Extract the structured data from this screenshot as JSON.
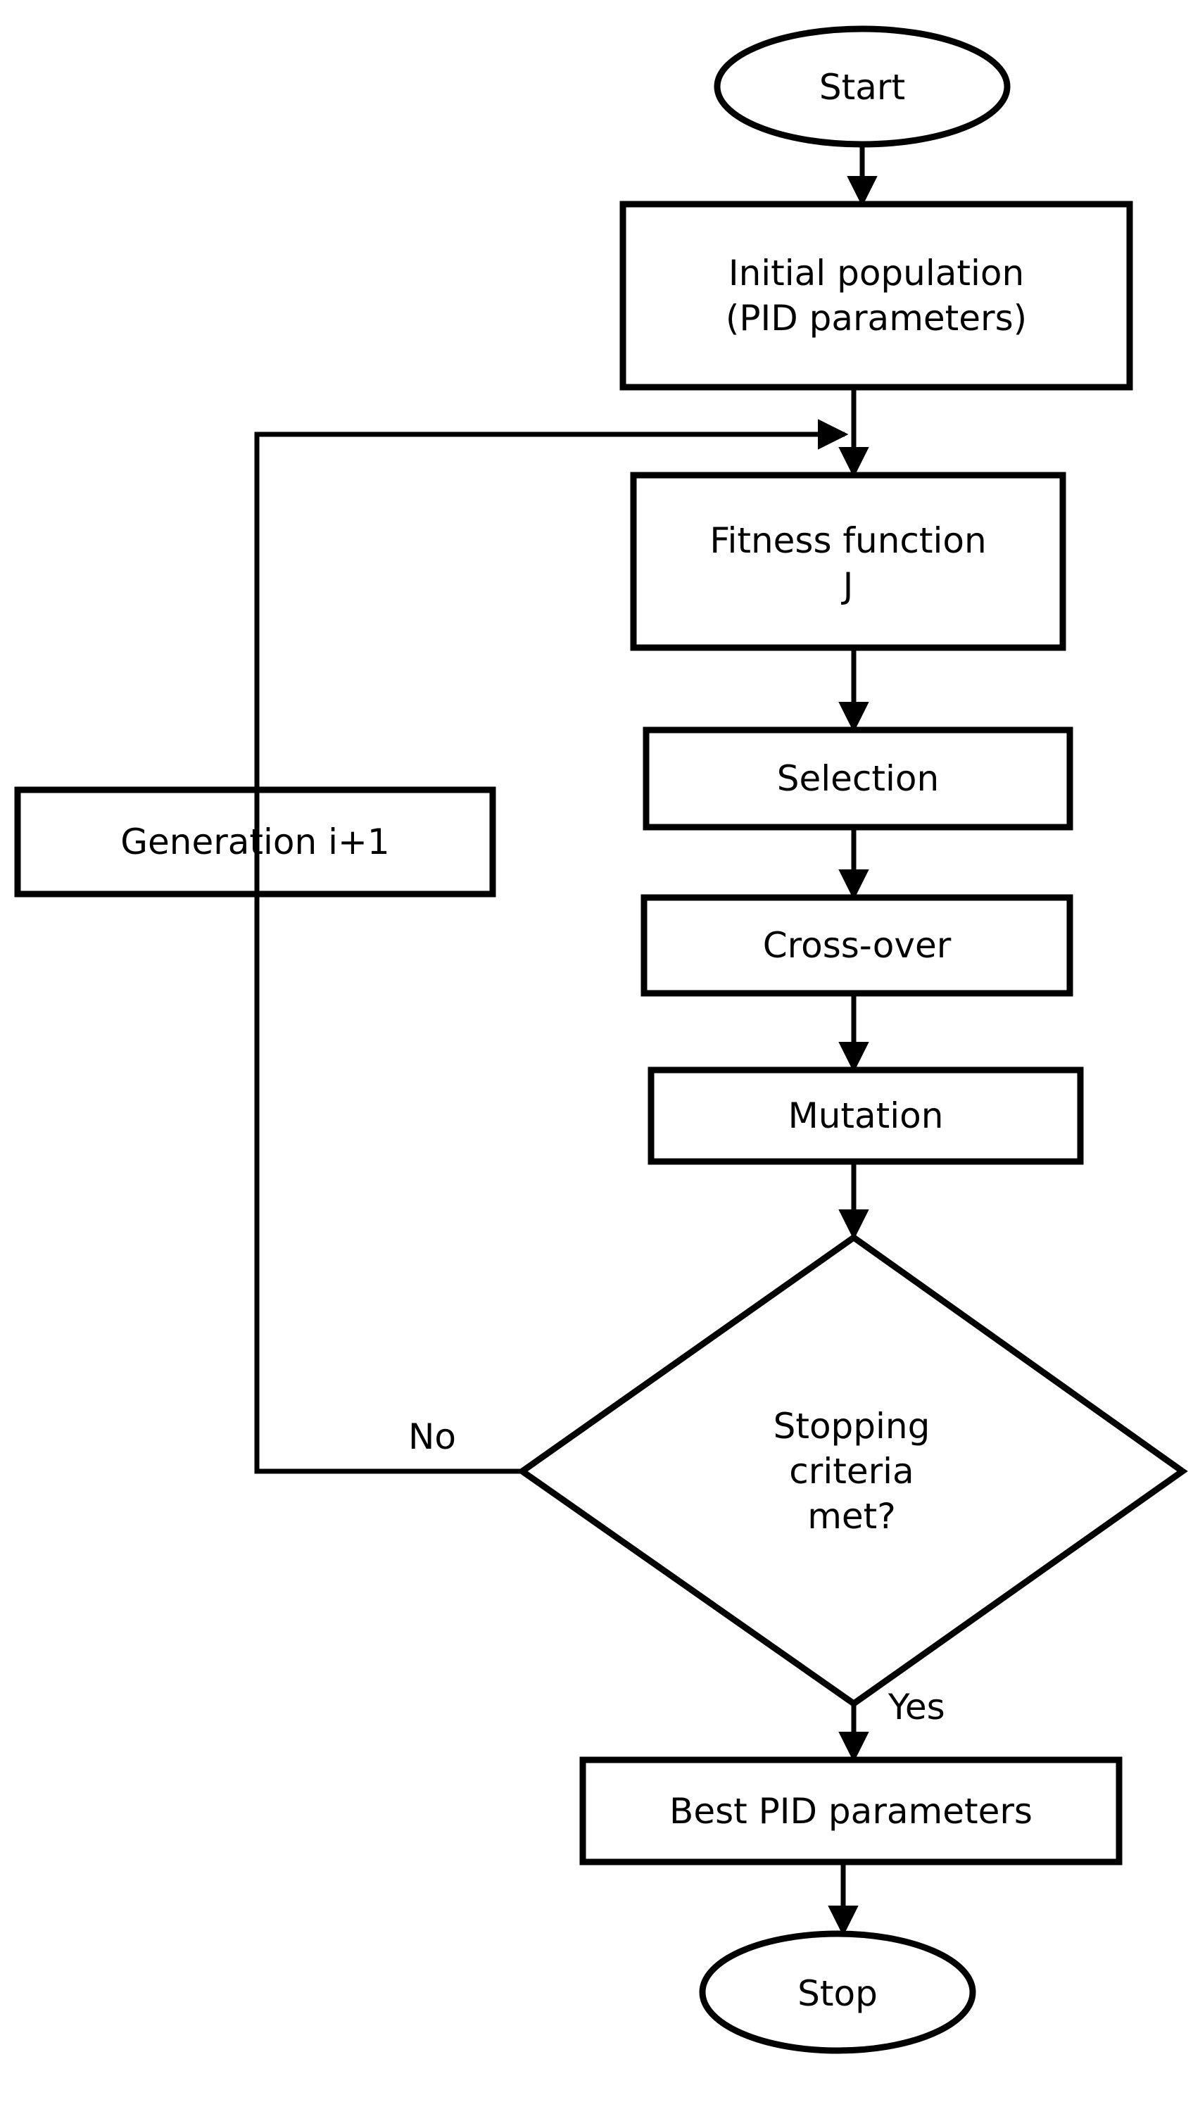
{
  "diagram": {
    "type": "flowchart",
    "title": "Genetic algorithm PID tuning flowchart",
    "orientation": "top-to-bottom",
    "colors": {
      "background": "#ffffff",
      "stroke": "#000000",
      "fill": "#ffffff",
      "text": "#000000"
    },
    "nodes": {
      "start": {
        "shape": "ellipse",
        "label": "Start"
      },
      "initial_population": {
        "shape": "rectangle",
        "line1": "Initial population",
        "line2": "(PID parameters)"
      },
      "fitness_function": {
        "shape": "rectangle",
        "line1": "Fitness function",
        "line2": "J"
      },
      "selection": {
        "shape": "rectangle",
        "label": "Selection"
      },
      "crossover": {
        "shape": "rectangle",
        "label": "Cross-over"
      },
      "mutation": {
        "shape": "rectangle",
        "label": "Mutation"
      },
      "generation": {
        "shape": "rectangle",
        "label": "Generation i+1"
      },
      "decision": {
        "shape": "diamond",
        "line1": "Stopping",
        "line2": "criteria",
        "line3": "met?"
      },
      "best_pid": {
        "shape": "rectangle",
        "label": "Best PID parameters"
      },
      "stop": {
        "shape": "ellipse",
        "label": "Stop"
      }
    },
    "edge_labels": {
      "no": "No",
      "yes": "Yes"
    },
    "edges": [
      {
        "from": "start",
        "to": "initial_population",
        "label": ""
      },
      {
        "from": "initial_population",
        "to": "fitness_function",
        "label": ""
      },
      {
        "from": "fitness_function",
        "to": "selection",
        "label": ""
      },
      {
        "from": "selection",
        "to": "crossover",
        "label": ""
      },
      {
        "from": "crossover",
        "to": "mutation",
        "label": ""
      },
      {
        "from": "mutation",
        "to": "decision",
        "label": ""
      },
      {
        "from": "decision",
        "to": "fitness_function",
        "label": "No",
        "via": "generation"
      },
      {
        "from": "decision",
        "to": "best_pid",
        "label": "Yes"
      },
      {
        "from": "best_pid",
        "to": "stop",
        "label": ""
      }
    ]
  }
}
